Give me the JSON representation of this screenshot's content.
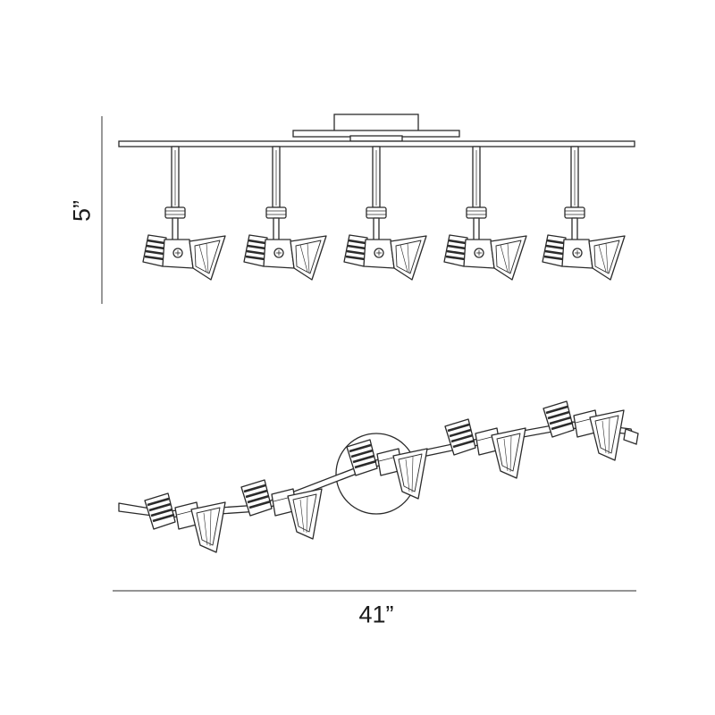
{
  "dimensions": {
    "height": "5”",
    "width": "41”"
  },
  "colors": {
    "line": "#2b2b2b",
    "dimension_line": "#555555",
    "background": "#ffffff"
  },
  "fixture": {
    "spotlight_count": 5
  }
}
